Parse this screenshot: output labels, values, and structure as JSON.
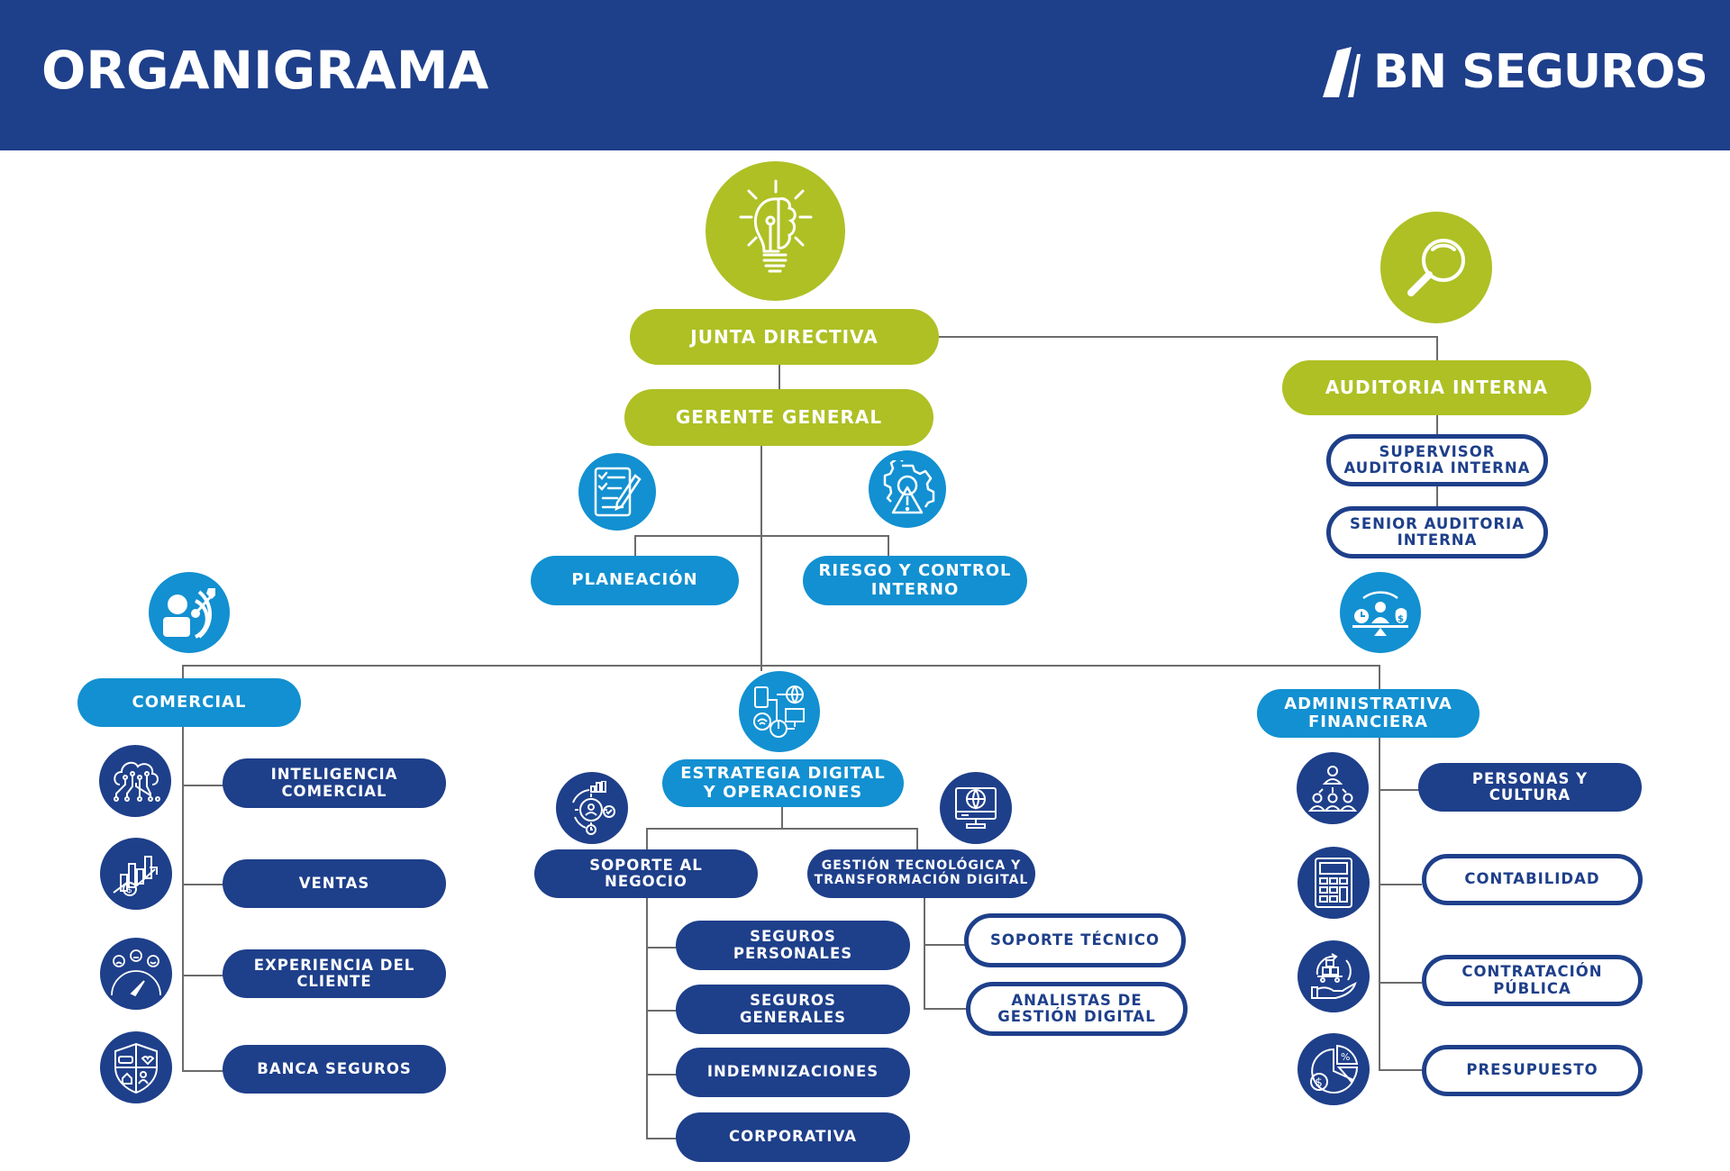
{
  "header": {
    "title": "ORGANIGRAMA",
    "logo_text": "BN SEGUROS"
  },
  "colors": {
    "header_bg": "#1e3f8a",
    "green": "#aec024",
    "light_blue": "#1290d1",
    "navy": "#1e3f8a",
    "connector": "#6b6b6b"
  },
  "nodes": {
    "junta": "JUNTA DIRECTIVA",
    "gerente": "GERENTE GENERAL",
    "auditoria": "AUDITORIA INTERNA",
    "supervisor_auditoria": "SUPERVISOR\nAUDITORIA INTERNA",
    "senior_auditoria": "SENIOR AUDITORIA\nINTERNA",
    "planeacion": "PLANEACIÓN",
    "riesgo": "RIESGO Y CONTROL\nINTERNO",
    "comercial": {
      "label": "COMERCIAL",
      "children": [
        "INTELIGENCIA\nCOMERCIAL",
        "VENTAS",
        "EXPERIENCIA DEL\nCLIENTE",
        "BANCA SEGUROS"
      ]
    },
    "estrategia": {
      "label": "ESTRATEGIA DIGITAL\nY OPERACIONES",
      "soporte": {
        "label": "SOPORTE AL\nNEGOCIO",
        "children": [
          "SEGUROS\nPERSONALES",
          "SEGUROS\nGENERALES",
          "INDEMNIZACIONES",
          "CORPORATIVA"
        ]
      },
      "gestion": {
        "label": "GESTIÓN TECNOLÓGICA Y\nTRANSFORMACIÓN DIGITAL",
        "children": [
          "SOPORTE TÉCNICO",
          "ANALISTAS DE\nGESTIÓN DIGITAL"
        ]
      }
    },
    "administrativa": {
      "label": "ADMINISTRATIVA\nFINANCIERA",
      "children": [
        "PERSONAS Y\nCULTURA",
        "CONTABILIDAD",
        "CONTRATACIÓN\nPÚBLICA",
        "PRESUPUESTO"
      ]
    }
  },
  "icons": {
    "junta": "lightbulb-brain-icon",
    "auditoria": "magnifier-icon",
    "planeacion": "checklist-pencil-icon",
    "riesgo": "gear-warning-icon",
    "comercial": "person-target-icon",
    "inteligencia": "cloud-circuit-icon",
    "ventas": "chart-growth-dollar-icon",
    "experiencia": "satisfaction-gauge-icon",
    "banca": "insurance-shield-icon",
    "estrategia": "digital-devices-icon",
    "soporte": "gear-cycle-icon",
    "gestion": "monitor-globe-icon",
    "administrativa": "balance-scale-icon",
    "personas": "org-people-icon",
    "contabilidad": "calculator-icon",
    "contratacion": "hand-cart-icon",
    "presupuesto": "pie-dollar-icon"
  }
}
